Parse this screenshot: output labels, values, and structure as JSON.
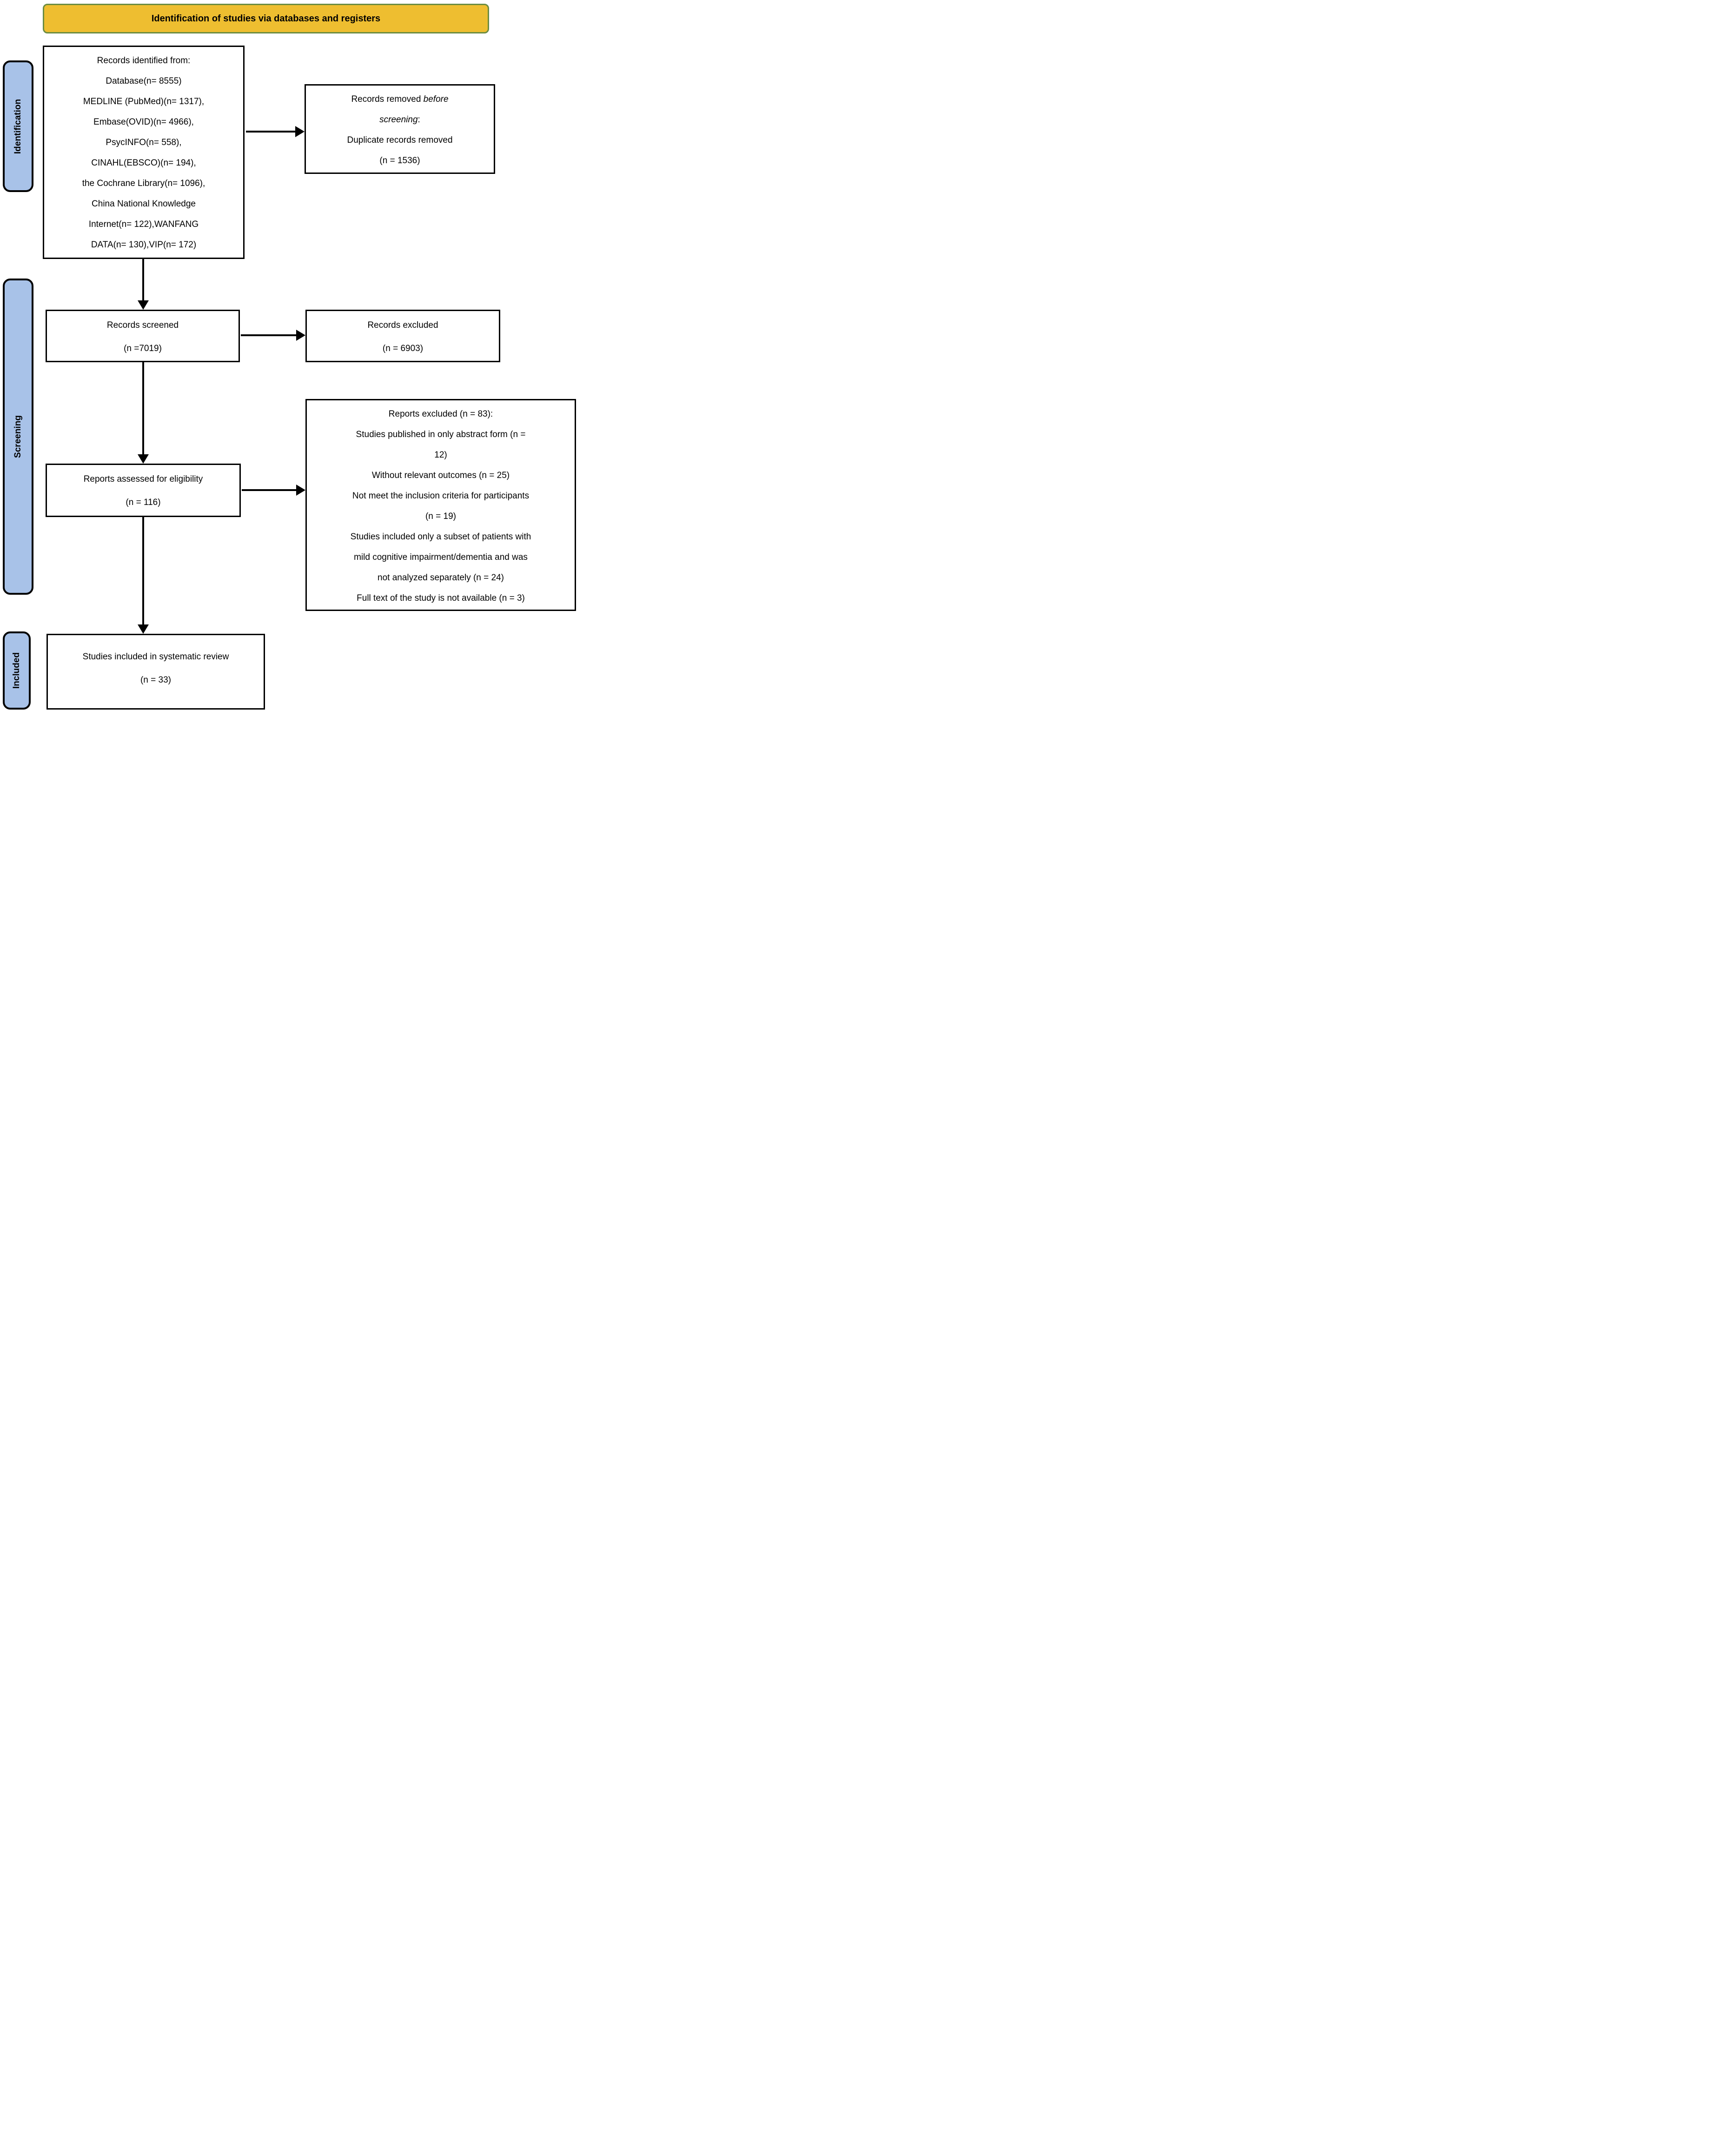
{
  "header": {
    "title": "Identification of studies via databases and registers"
  },
  "sidebar": {
    "identification": "Identification",
    "screening": "Screening",
    "included": "Included"
  },
  "boxes": {
    "records_identified": {
      "lines": [
        "Records identified from:",
        "Database(n= 8555)",
        "MEDLINE (PubMed)(n= 1317),",
        "Embase(OVID)(n= 4966),",
        "PsycINFO(n= 558),",
        "CINAHL(EBSCO)(n= 194),",
        "the Cochrane Library(n= 1096),",
        "China National Knowledge",
        "Internet(n= 122),WANFANG",
        "DATA(n= 130),VIP(n= 172)"
      ]
    },
    "records_removed": {
      "line1_normal": "Records removed ",
      "line1_italic": "before",
      "line2_italic": "screening",
      "line2_colon": ":",
      "line3": "Duplicate records removed",
      "line4": "(n = 1536)"
    },
    "records_screened": {
      "lines": [
        "Records screened",
        "(n =7019)"
      ]
    },
    "records_excluded": {
      "lines": [
        "Records excluded",
        "(n = 6903)"
      ]
    },
    "reports_assessed": {
      "lines": [
        "Reports assessed for eligibility",
        "(n = 116)"
      ]
    },
    "reports_excluded": {
      "lines": [
        "Reports excluded (n = 83):",
        "Studies published in only abstract form (n =",
        "12)",
        "Without relevant outcomes (n = 25)",
        "Not meet the inclusion criteria for participants",
        "(n = 19)",
        "Studies included only a subset of patients with",
        "mild cognitive impairment/dementia and was",
        "not analyzed separately (n = 24)",
        "Full text of the study is not available (n = 3)"
      ]
    },
    "studies_included": {
      "lines": [
        "Studies included in systematic review",
        "(n = 33)"
      ]
    }
  },
  "colors": {
    "banner_fill": "#EEBE30",
    "banner_border": "#6B8C42",
    "stage_fill": "#A8C2E8",
    "box_border": "#000000",
    "arrow": "#000000"
  }
}
